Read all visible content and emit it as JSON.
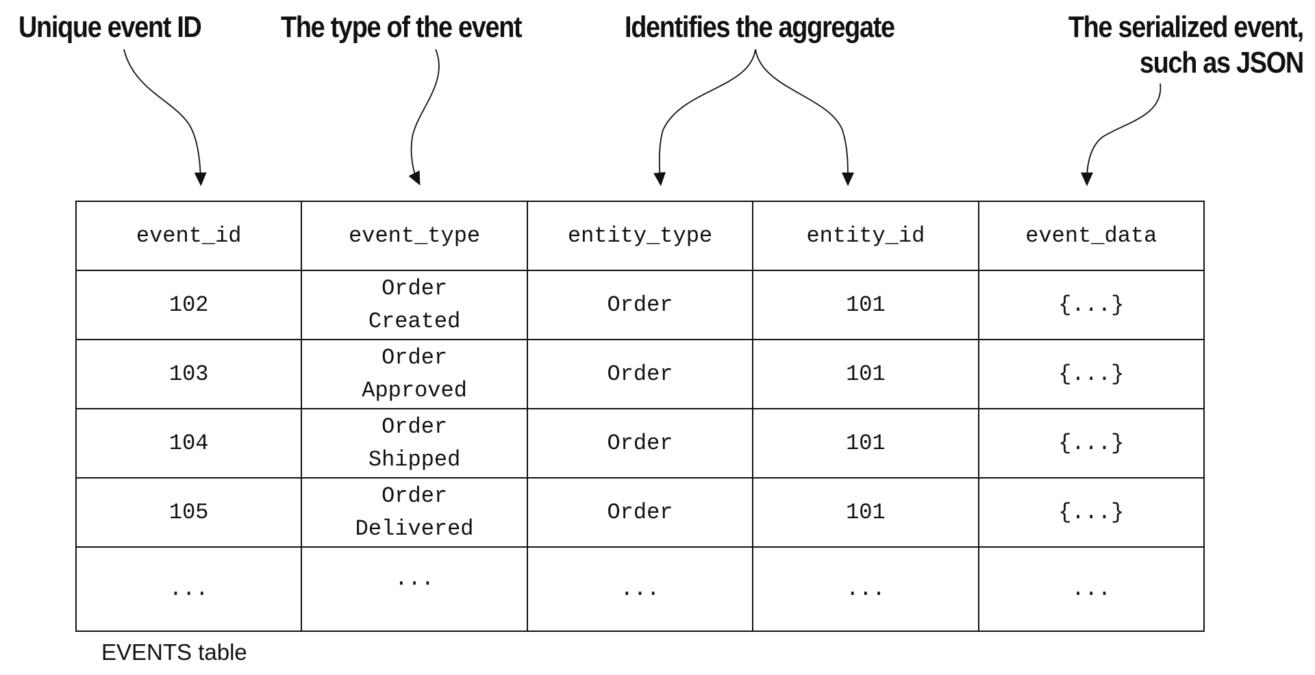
{
  "annotations": {
    "event_id": "Unique event ID",
    "event_type": "The type of the event",
    "aggregate": "Identifies the aggregate",
    "event_data_line1": "The serialized event,",
    "event_data_line2": "such as JSON"
  },
  "table": {
    "headers": [
      "event_id",
      "event_type",
      "entity_type",
      "entity_id",
      "event_data"
    ],
    "rows": [
      [
        "102",
        "Order\nCreated",
        "Order",
        "101",
        "{...}"
      ],
      [
        "103",
        "Order\nApproved",
        "Order",
        "101",
        "{...}"
      ],
      [
        "104",
        "Order\nShipped",
        "Order",
        "101",
        "{...}"
      ],
      [
        "105",
        "Order\nDelivered",
        "Order",
        "101",
        "{...}"
      ],
      [
        "...",
        "...",
        "...",
        "...",
        "..."
      ]
    ]
  },
  "caption": "EVENTS table"
}
